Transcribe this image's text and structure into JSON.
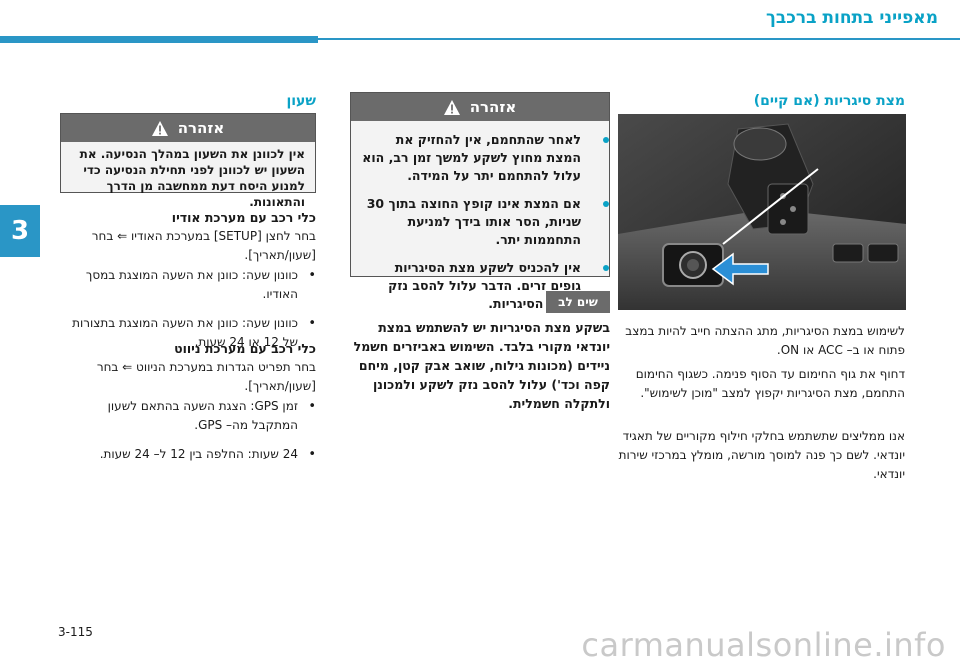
{
  "header": {
    "title": "מאפייני בתחות ברכבך"
  },
  "side_tab": "3",
  "page_number": "3-115",
  "watermark": "carmanualsonline.info",
  "right_col": {
    "title": "מצת סיגריות (אם קיים)",
    "paragraphs": [
      "לשימוש במצת הסיגריות, מתג ההצתה חייב להיות במצב פתוח או ב– ACC או ON.",
      "דחוף את גוף החימום עד הסוף פנימה. כשגוף החימום התחמם, מצת הסיגריות יקפוץ למצב \"מוכן לשימוש\".",
      "אנו ממליצים שתשתמש בחלקי חילוף מקוריים של תאגיד יונדאי. לשם כך פנה למוסך מורשה, מומלץ במרכזי שירות יונדאי."
    ]
  },
  "middle_col": {
    "warning_title": "אזהרה",
    "warnings": [
      "לאחר שהתחמם, אין להחזיק את המצת מחוץ לשקע למשך זמן רב, הוא עלול להתחמם יתר על המידה.",
      "אם המצת אינו קופץ החוצה בתוך 30 שניות, הסר אותו בידך למניעת התחממות יתר.",
      "אין להכניס לשקע מצת הסיגריות גופים זרים. הדבר עלול להסב נזק למצת הסיגריות."
    ],
    "note_tag": "שים לב",
    "note_text": "בשקע מצת הסיגריות יש להשתמש במצת יונדאי מקורי בלבד. השימוש באביזרים חשמל ניידים (מכונות גילוח, שואב אבק קטן, מיחם קפה וכד') עלול להסב נזק לשקע ולמכונן ולתקלה חשמלית."
  },
  "left_col": {
    "title": "שעון",
    "warning_title": "אזהרה",
    "warning_text": "אין לכוונן את השעון במהלך הנסיעה. את השעון יש לכוונן לפני תחילת הנסיעה כדי למנוע היסח דעת ממחשבה מן הדרך והתאונות.",
    "section1_title": "כלי רכב עם מערכת אודיו",
    "section1_text": "בחר לחצן [SETUP] במערכת האודיו ⇐ בחר [שעון/תאריך].",
    "section1_bullets": [
      "כוונון שעה: כוונן את השעה המוצגת במסך האודיו.",
      "כוונון שעה: כוונן את השעה המוצגת בתצורות של 12 או 24 שעות."
    ],
    "section2_title": "כלי רכב עם מערכת ניווט",
    "section2_text": "בחר תפריט הגדרות במערכת הניווט ⇐ בחר [שעון/תאריך].",
    "section2_bullets": [
      "זמן GPS: הצגת השעה בהתאם לשעון המתקבל מה– GPS.",
      "24 שעות: החלפה בין 12 ל– 24 שעות."
    ]
  }
}
